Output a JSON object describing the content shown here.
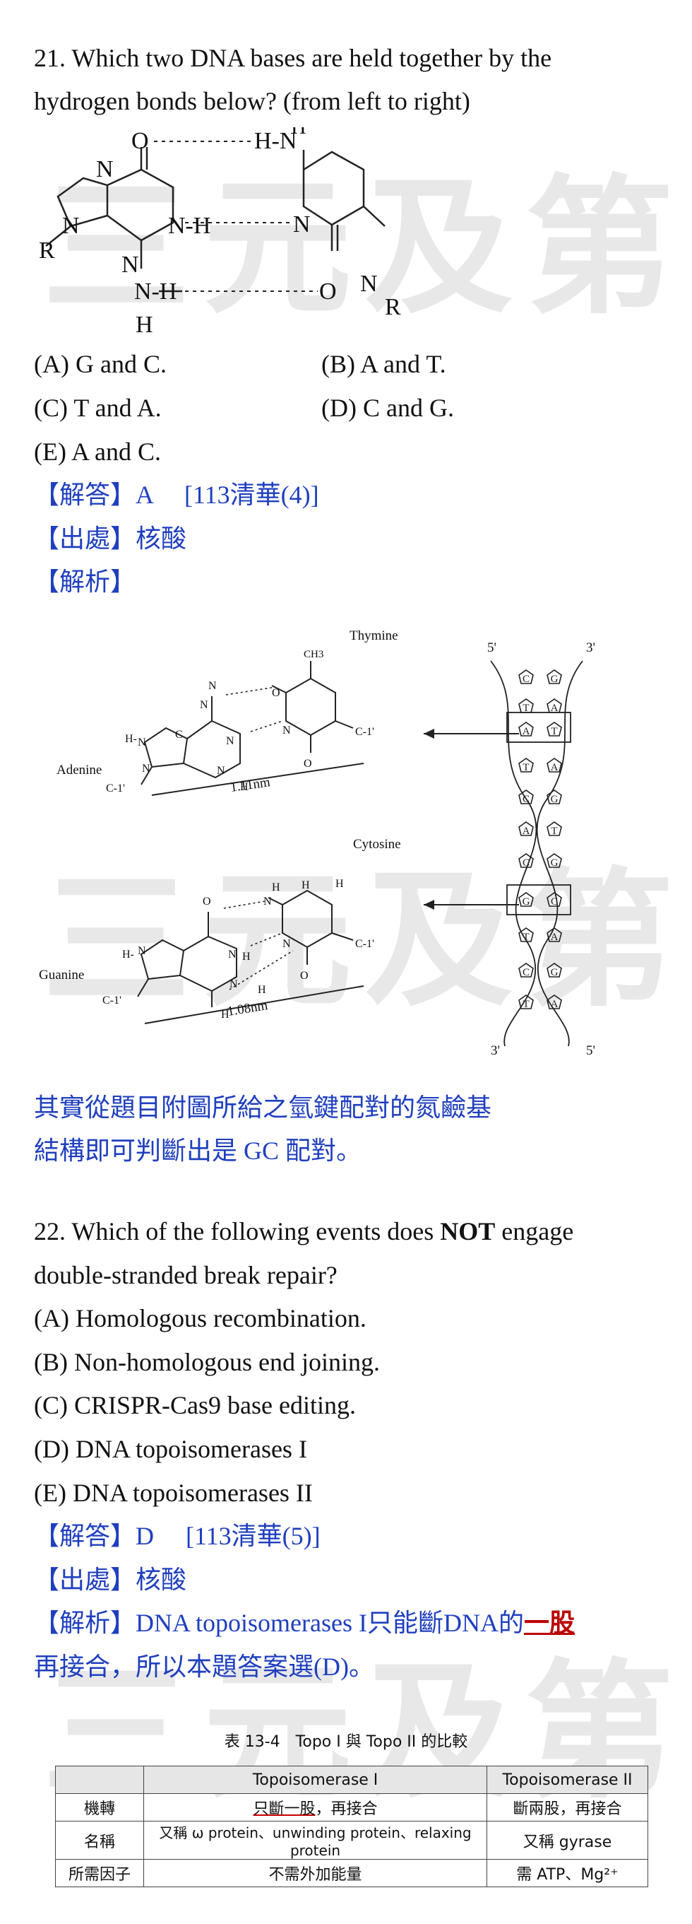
{
  "watermark": "三元及第",
  "q21": {
    "question_line1": "21. Which two DNA bases are held together by the",
    "question_line2": "hydrogen bonds below? (from left to right)",
    "options": {
      "a": "(A) G and C.",
      "b": "(B) A and T.",
      "c": "(C) T and A.",
      "d": "(D) C and G.",
      "e": "(E) A and C."
    },
    "answer": "【解答】A　 [113清華(4)]",
    "source": "【出處】核酸",
    "analysis_label": "【解析】",
    "figure": {
      "thymine": "Thymine",
      "adenine": "Adenine",
      "cytosine": "Cytosine",
      "guanine": "Guanine",
      "at_distance": "1.11nm",
      "gc_distance": "1.08nm",
      "five_prime": "5'",
      "three_prime": "3'",
      "ch3": "CH3",
      "c1": "C-1'"
    },
    "explanation_line1": "其實從題目附圖所給之氫鍵配對的氮鹼基",
    "explanation_line2": "結構即可判斷出是 GC 配對。"
  },
  "q22": {
    "question_line1_pre": "22. Which of the following events does ",
    "question_line1_bold": "NOT",
    "question_line1_post": " engage",
    "question_line2": "double-stranded break repair?",
    "options": {
      "a": "(A) Homologous recombination.",
      "b": "(B) Non-homologous end joining.",
      "c": "(C) CRISPR-Cas9 base editing.",
      "d": "(D) DNA topoisomerases I",
      "e": "(E) DNA topoisomerases II"
    },
    "answer": "【解答】D　 [113清華(5)]",
    "source": "【出處】核酸",
    "analysis_pre": "【解析】DNA topoisomerases I只能斷DNA的",
    "analysis_highlight": "一股",
    "analysis_line2": "再接合，所以本題答案選(D)。"
  },
  "table": {
    "caption": "表 13-4　Topo I 與 Topo II 的比較",
    "headers": [
      "",
      "Topoisomerase I",
      "Topoisomerase II"
    ],
    "rows": [
      {
        "label": "機轉",
        "topo1_underlined": "只斷一股",
        "topo1_rest": "，再接合",
        "topo2": "斷兩股，再接合"
      },
      {
        "label": "名稱",
        "topo1": "又稱 ω protein、unwinding protein、relaxing protein",
        "topo2": "又稱 gyrase"
      },
      {
        "label": "所需因子",
        "topo1": "不需外加能量",
        "topo2": "需 ATP、Mg²⁺"
      }
    ]
  }
}
